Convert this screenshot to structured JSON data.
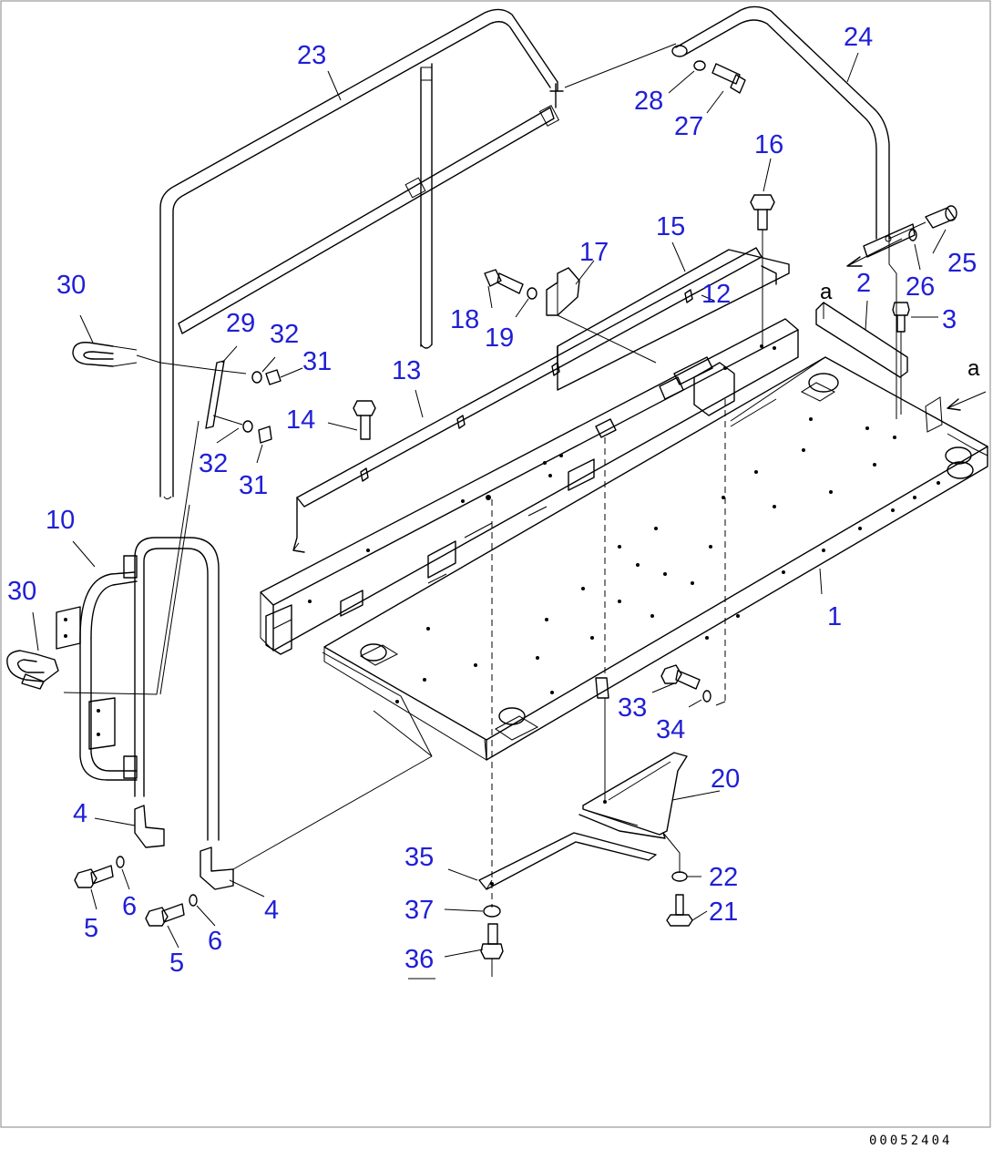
{
  "diagram": {
    "drawing_code": "00052404",
    "ref_letter": "a",
    "callouts": [
      {
        "id": "c23",
        "text": "23"
      },
      {
        "id": "c24",
        "text": "24"
      },
      {
        "id": "c28",
        "text": "28"
      },
      {
        "id": "c27",
        "text": "27"
      },
      {
        "id": "c16",
        "text": "16"
      },
      {
        "id": "c15",
        "text": "15"
      },
      {
        "id": "c17",
        "text": "17"
      },
      {
        "id": "c25",
        "text": "25"
      },
      {
        "id": "c26",
        "text": "26"
      },
      {
        "id": "c2",
        "text": "2"
      },
      {
        "id": "c3",
        "text": "3"
      },
      {
        "id": "c12",
        "text": "12"
      },
      {
        "id": "c18",
        "text": "18"
      },
      {
        "id": "c19",
        "text": "19"
      },
      {
        "id": "c30a",
        "text": "30"
      },
      {
        "id": "c29",
        "text": "29"
      },
      {
        "id": "c32a",
        "text": "32"
      },
      {
        "id": "c31a",
        "text": "31"
      },
      {
        "id": "c13",
        "text": "13"
      },
      {
        "id": "c14",
        "text": "14"
      },
      {
        "id": "c32b",
        "text": "32"
      },
      {
        "id": "c31b",
        "text": "31"
      },
      {
        "id": "c10",
        "text": "10"
      },
      {
        "id": "c30b",
        "text": "30"
      },
      {
        "id": "c1",
        "text": "1"
      },
      {
        "id": "c33",
        "text": "33"
      },
      {
        "id": "c34",
        "text": "34"
      },
      {
        "id": "c20",
        "text": "20"
      },
      {
        "id": "c4a",
        "text": "4"
      },
      {
        "id": "c6a",
        "text": "6"
      },
      {
        "id": "c5a",
        "text": "5"
      },
      {
        "id": "c35",
        "text": "35"
      },
      {
        "id": "c22",
        "text": "22"
      },
      {
        "id": "c37",
        "text": "37"
      },
      {
        "id": "c21",
        "text": "21"
      },
      {
        "id": "c4b",
        "text": "4"
      },
      {
        "id": "c6b",
        "text": "6"
      },
      {
        "id": "c5b",
        "text": "5"
      },
      {
        "id": "c36",
        "text": "36"
      }
    ]
  }
}
